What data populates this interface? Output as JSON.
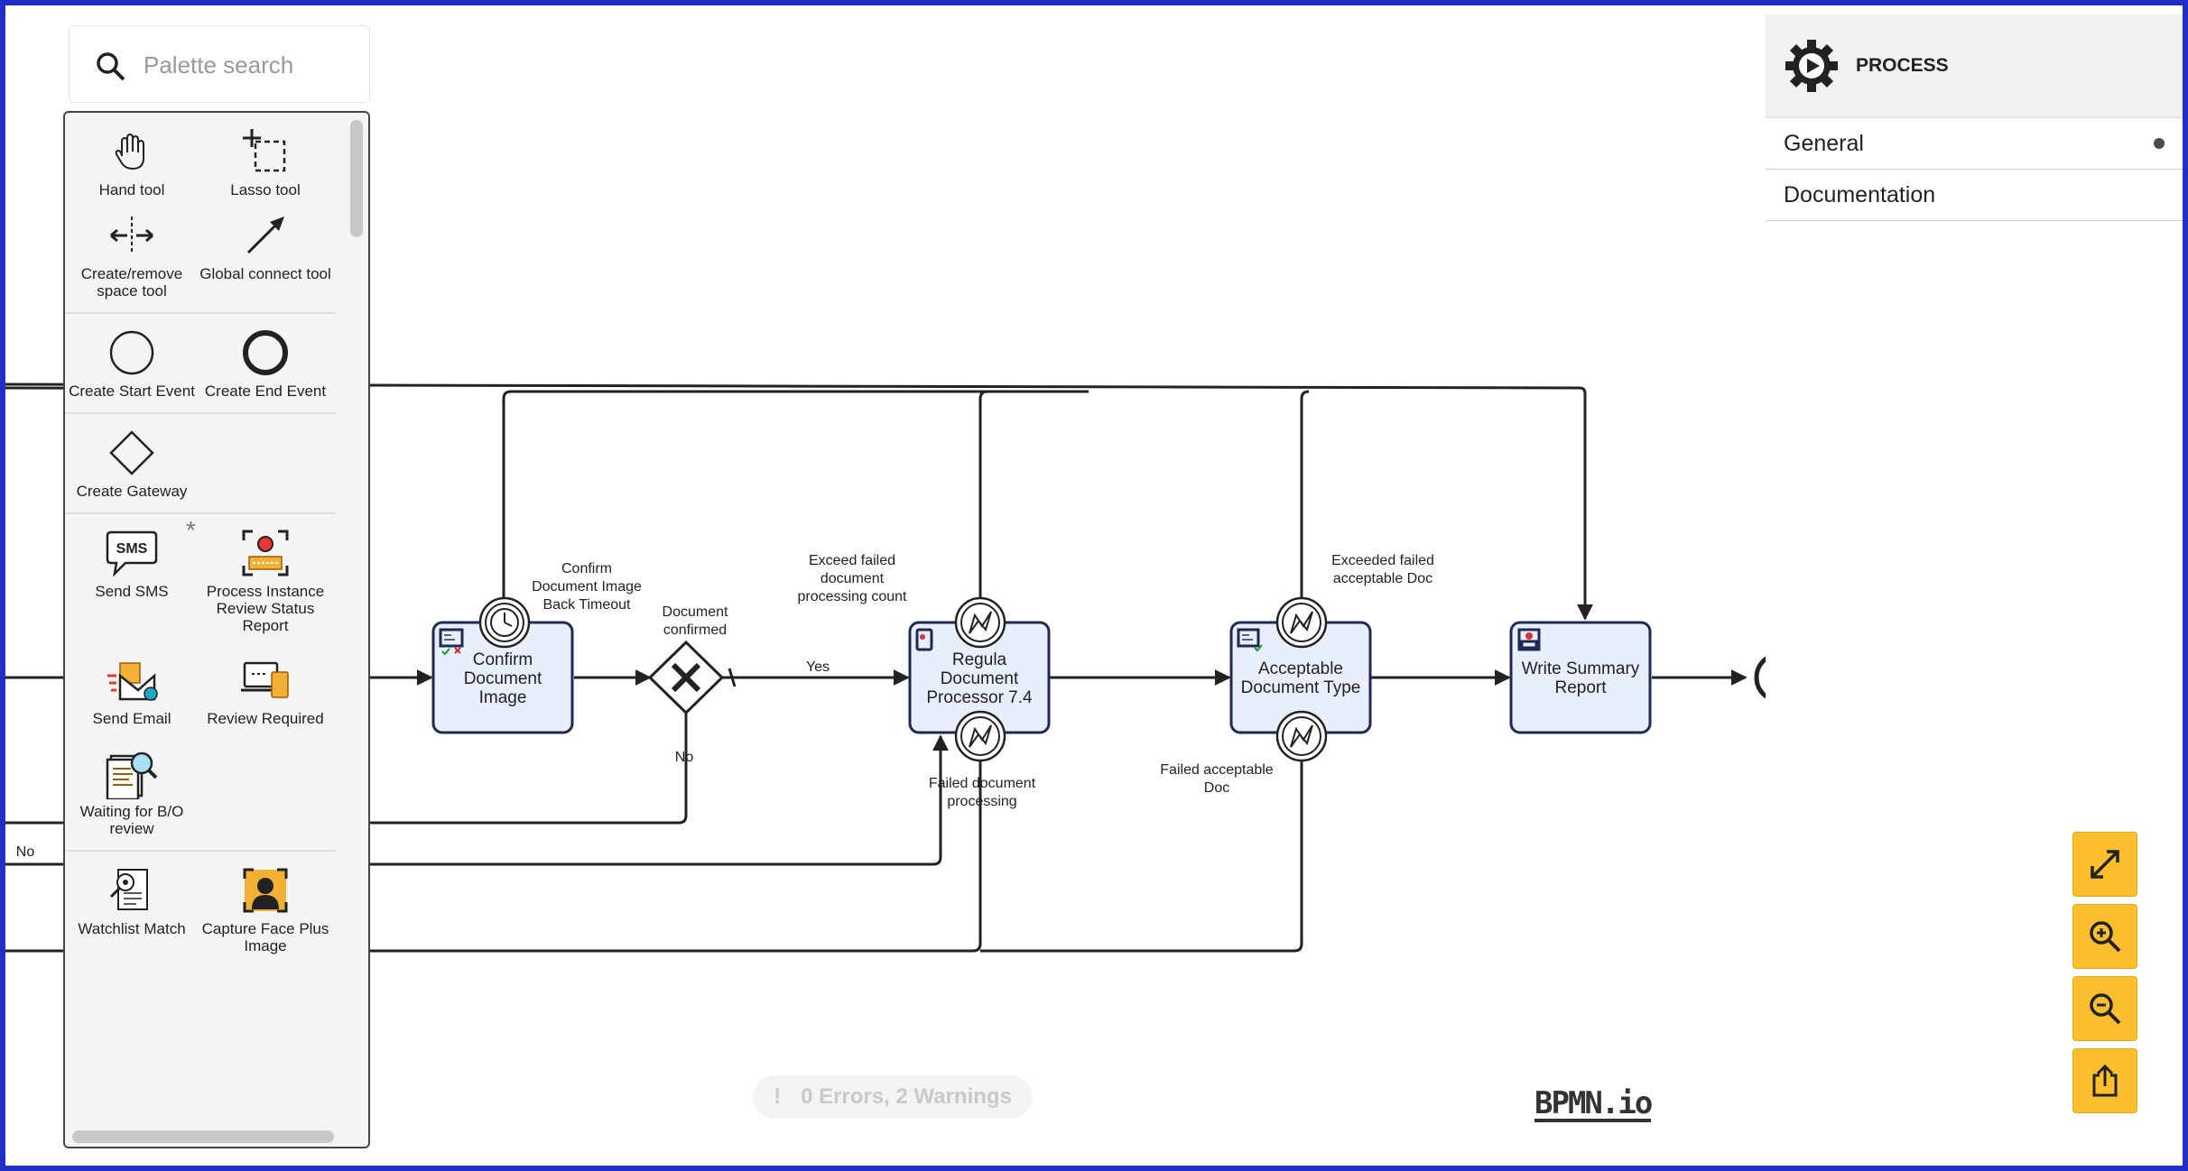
{
  "search": {
    "placeholder": "Palette search"
  },
  "palette": {
    "groups": [
      {
        "items": [
          {
            "label": "Hand tool",
            "icon": "hand-icon"
          },
          {
            "label": "Lasso tool",
            "icon": "lasso-icon"
          }
        ]
      },
      {
        "items": [
          {
            "label": "Create/remove space tool",
            "icon": "space-tool-icon"
          },
          {
            "label": "Global connect tool",
            "icon": "connect-arrow-icon"
          }
        ]
      },
      {
        "items": [
          {
            "label": "Create Start Event",
            "icon": "start-event-icon"
          },
          {
            "label": "Create End Event",
            "icon": "end-event-icon"
          }
        ]
      },
      {
        "items": [
          {
            "label": "Create Gateway",
            "icon": "gateway-icon"
          }
        ]
      },
      {
        "items": [
          {
            "label": "Send SMS",
            "icon": "sms-icon"
          },
          {
            "label": "Process Instance Review Status Report",
            "icon": "review-report-icon"
          },
          {
            "label": "Send Email",
            "icon": "email-icon"
          },
          {
            "label": "Review Required",
            "icon": "review-required-icon"
          },
          {
            "label": "Waiting for B/O review",
            "icon": "waiting-review-icon"
          }
        ]
      },
      {
        "items": [
          {
            "label": "Watchlist Match",
            "icon": "watchlist-icon"
          },
          {
            "label": "Capture Face Plus Image",
            "icon": "capture-face-icon"
          }
        ]
      }
    ],
    "extra_marker": "*"
  },
  "diagram": {
    "tasks": {
      "confirm": "Confirm Document Image",
      "regula": "Regula Document Processor 7.4",
      "acceptable": "Acceptable Document Type",
      "summary": "Write Summary Report"
    },
    "labels": {
      "confirm_timeout": "Confirm Document Image Back Timeout",
      "doc_confirmed": "Document confirmed",
      "yes": "Yes",
      "no": "No",
      "no_left": "No",
      "exceed_failed": "Exceed failed document processing count",
      "failed_processing": "Failed document processing",
      "exceeded_acceptable": "Exceeded failed acceptable Doc",
      "failed_acceptable": "Failed acceptable Doc"
    }
  },
  "properties": {
    "title": "PROCESS",
    "rows": [
      {
        "label": "General"
      },
      {
        "label": "Documentation"
      }
    ]
  },
  "status": {
    "text": "0 Errors, 2 Warnings",
    "icon": "!"
  },
  "logo": "BPMN.io",
  "colors": {
    "accent": "#fbbf2d",
    "task_fill": "#e8eefc",
    "frame": "#1f2fc8"
  }
}
